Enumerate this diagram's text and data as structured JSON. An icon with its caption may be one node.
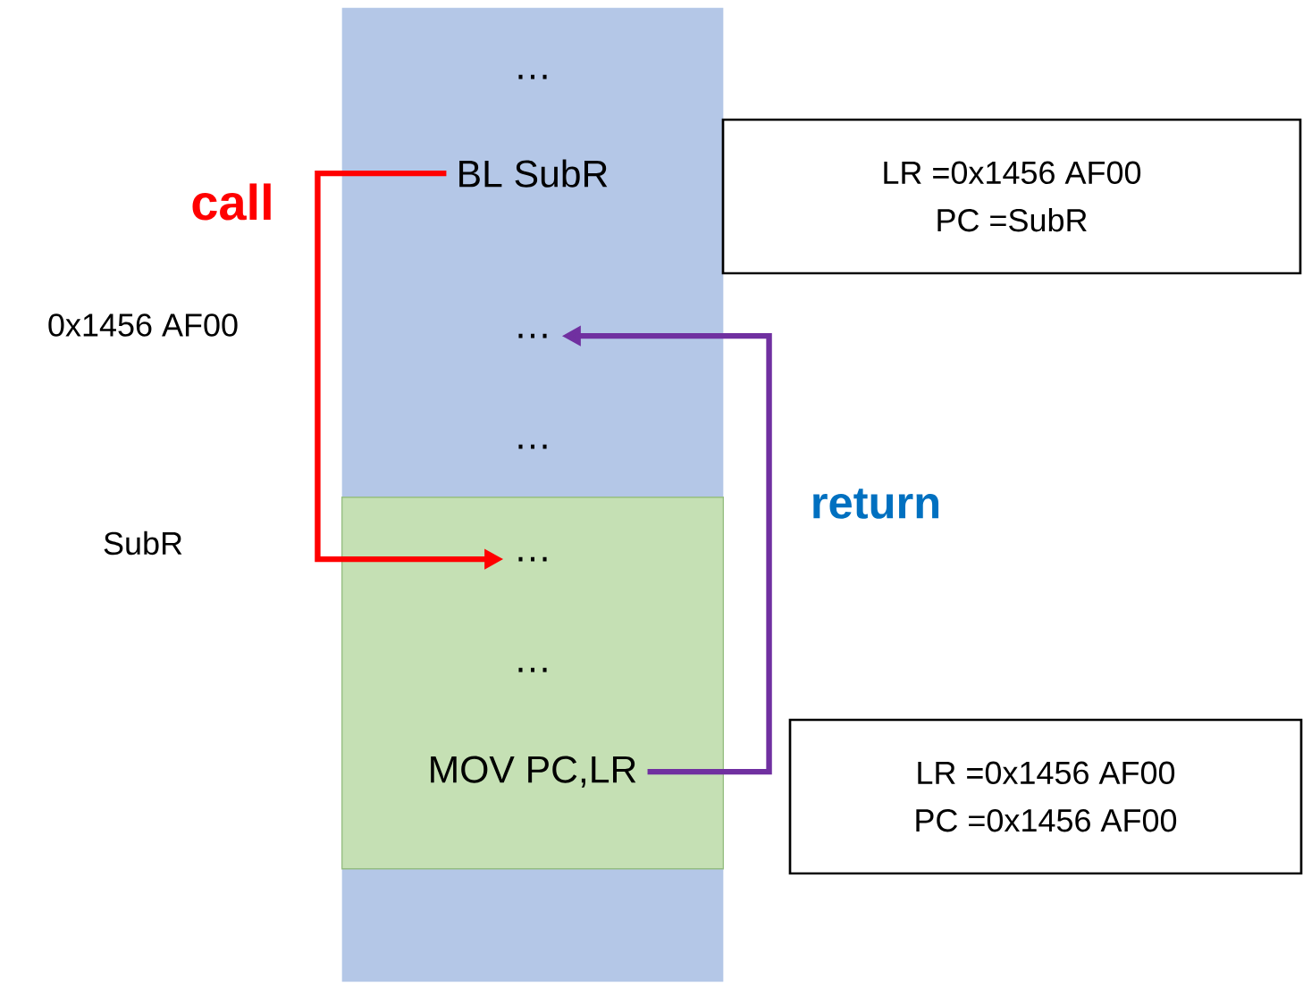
{
  "diagram": {
    "nodes": [
      {
        "text": [],
        "shape": "bar"
      },
      {
        "text": [],
        "shape": "box",
        "in": 0
      },
      {
        "text": [
          "…"
        ],
        "in": 0
      },
      {
        "text": [
          "BL SubR"
        ],
        "in": 0
      },
      {
        "text": [
          "…"
        ],
        "in": 0
      },
      {
        "text": [
          "…"
        ],
        "in": 0
      },
      {
        "text": [
          "…"
        ],
        "in": 1
      },
      {
        "text": [
          "…"
        ],
        "in": 1
      },
      {
        "text": [
          "MOV PC,LR"
        ],
        "in": 1
      },
      {
        "text": [
          "LR =0x1456 AF00",
          "PC =SubR"
        ]
      },
      {
        "text": [
          "LR =0x1456 AF00",
          "PC =0x1456 AF00"
        ]
      }
    ],
    "edges": [
      {
        "from": 3,
        "to": 6,
        "arrow": "to",
        "label": "call",
        "color": "#ff0000"
      },
      {
        "from": 8,
        "to": 4,
        "arrow": "to",
        "label": "return",
        "color": "#7030a0"
      }
    ],
    "labels": [
      "0x1456 AF00",
      "SubR"
    ]
  }
}
